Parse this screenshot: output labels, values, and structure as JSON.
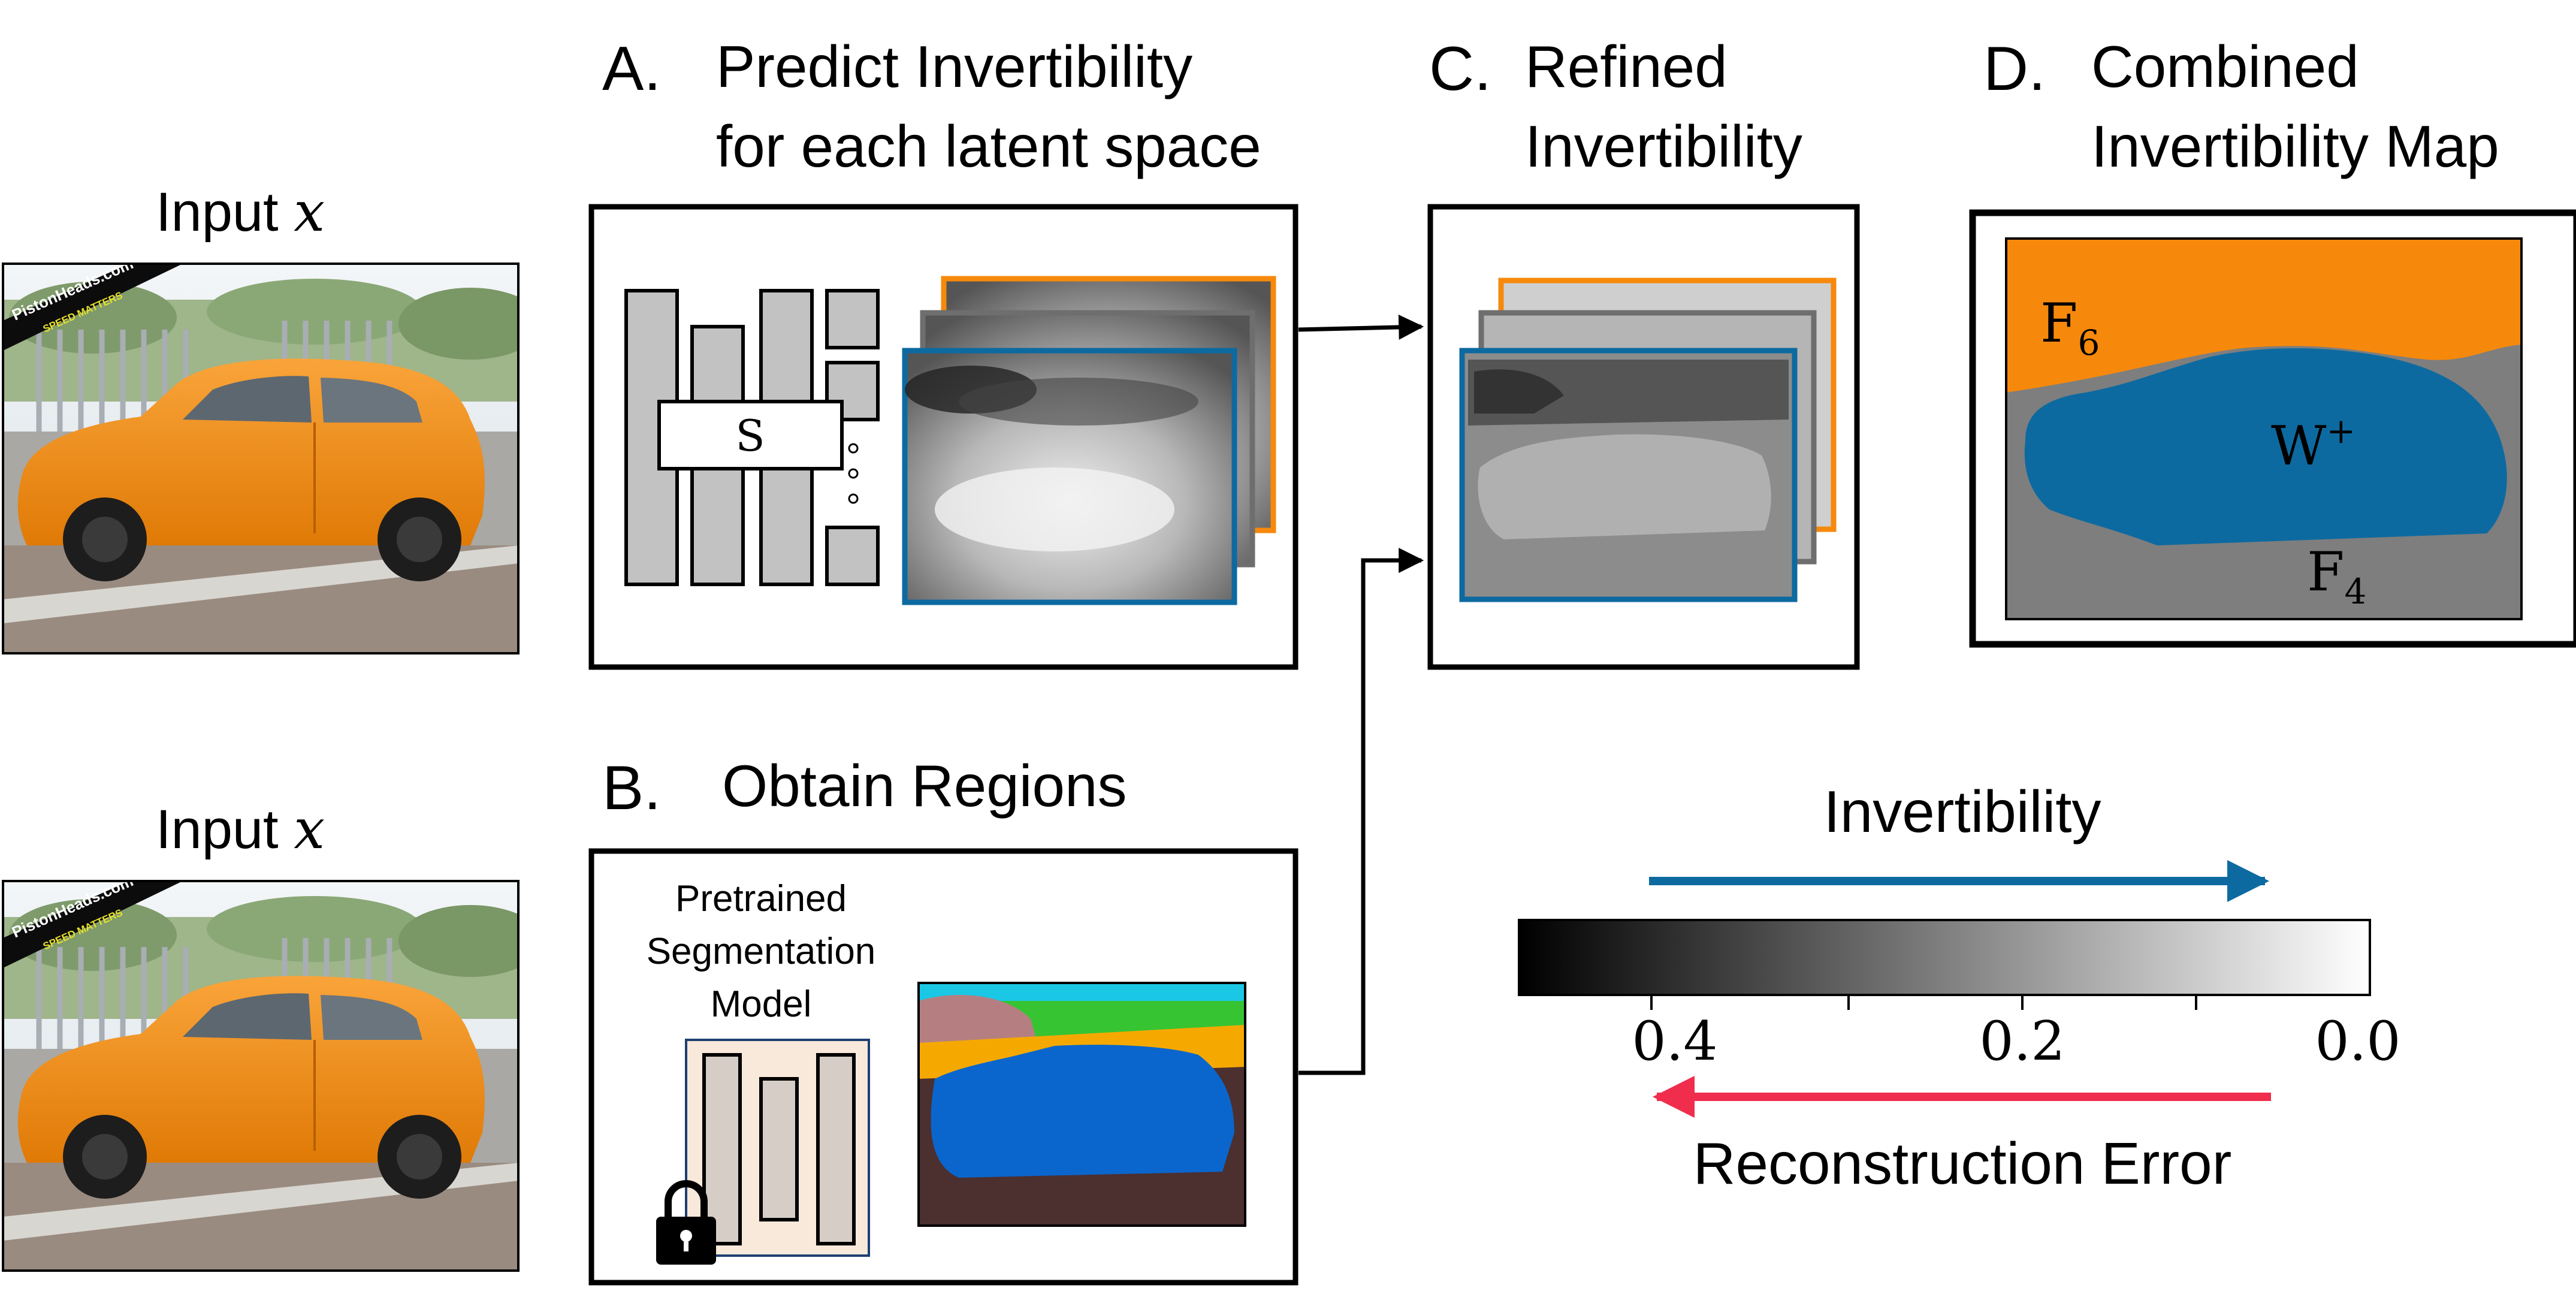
{
  "inputs": {
    "top_label": "Input",
    "bottom_label": "Input",
    "variable": "x",
    "photo_watermark_main": "PistonHeads.com",
    "photo_watermark_sub": "SPEED MATTERS"
  },
  "panel_a": {
    "letter": "A.",
    "title_line1": "Predict Invertibility",
    "title_line2": "for each latent space",
    "s_label": "S"
  },
  "panel_b": {
    "letter": "B.",
    "title": "Obtain Regions",
    "model_line1": "Pretrained",
    "model_line2": "Segmentation",
    "model_line3": "Model"
  },
  "panel_c": {
    "letter": "C.",
    "title_line1": "Refined",
    "title_line2": "Invertibility"
  },
  "panel_d": {
    "letter": "D.",
    "title_line1": "Combined",
    "title_line2": "Invertibility Map",
    "f6_base": "F",
    "f6_sub": "6",
    "w_base": "W",
    "w_sup": "+",
    "f4_base": "F",
    "f4_sub": "4"
  },
  "legend": {
    "invertibility_label": "Invertibility",
    "error_label": "Reconstruction Error",
    "tick_04": "0.4",
    "tick_02": "0.2",
    "tick_00": "0.0"
  },
  "colors": {
    "blue": "#0d6aa0",
    "orange": "#f6890c",
    "gray_frame": "#6e6e6e",
    "red_arrow": "#f02d4c",
    "seg_blue": "#0a66cc"
  }
}
